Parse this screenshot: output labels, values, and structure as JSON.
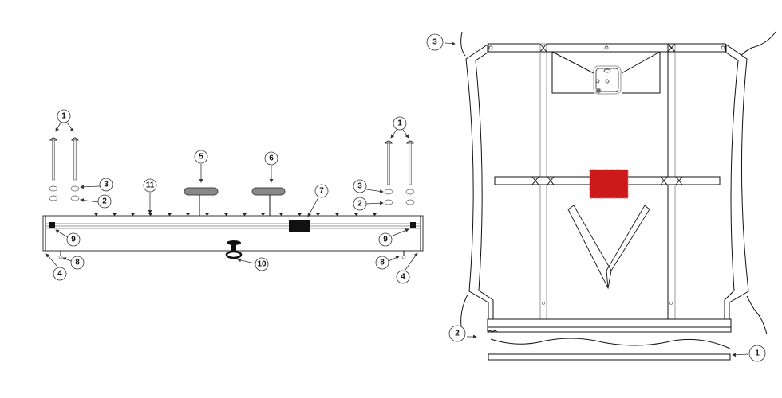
{
  "left_figure": {
    "callouts": [
      "1",
      "1",
      "3",
      "2",
      "11",
      "5",
      "6",
      "7",
      "3",
      "2",
      "9",
      "9",
      "8",
      "8",
      "10",
      "4",
      "4"
    ]
  },
  "right_figure": {
    "callouts": [
      "3",
      "2",
      "1"
    ],
    "highlight_color": "#cc1a1a"
  }
}
